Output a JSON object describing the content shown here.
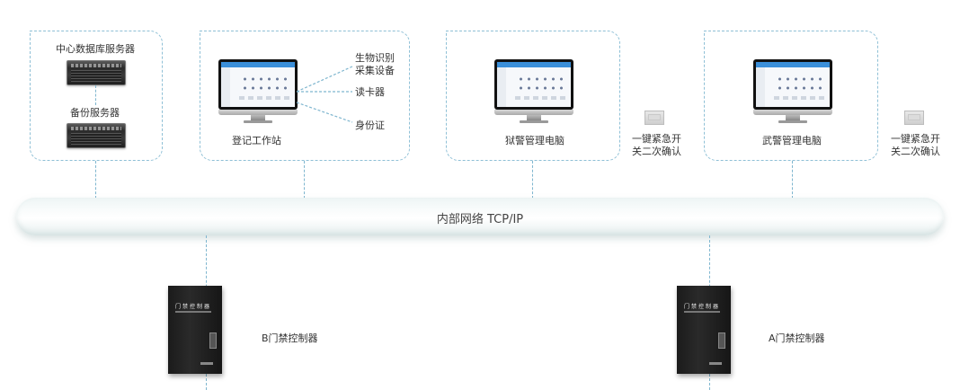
{
  "nodes": {
    "server_group": {
      "central_server_label": "中心数据库服务器",
      "backup_server_label": "备份服务器",
      "central_server_icon": "server-icon",
      "backup_server_icon": "server-icon"
    },
    "registration_station": {
      "label": "登记工作站",
      "icon": "monitor-icon",
      "peripherals": [
        {
          "label_line1": "生物识别",
          "label_line2": "采集设备"
        },
        {
          "label_line1": "读卡器"
        },
        {
          "label_line1": "身份证"
        }
      ]
    },
    "prison_guard_pc": {
      "label": "狱警管理电脑",
      "icon": "monitor-icon",
      "emergency": {
        "line1": "一键紧急开",
        "line2": "关二次确认",
        "icon": "emergency-button-icon"
      }
    },
    "armed_police_pc": {
      "label": "武警管理电脑",
      "icon": "monitor-icon",
      "emergency": {
        "line1": "一键紧急开",
        "line2": "关二次确认",
        "icon": "emergency-button-icon"
      }
    },
    "network": {
      "label": "内部网络  TCP/IP"
    },
    "controller_b": {
      "label": "B门禁控制器",
      "panel_text": "门禁控制器"
    },
    "controller_a": {
      "label": "A门禁控制器",
      "panel_text": "门禁控制器"
    }
  },
  "colors": {
    "dashed_line": "#8fc0d6",
    "network_pipe": "#eef5f5",
    "text": "#333333"
  }
}
